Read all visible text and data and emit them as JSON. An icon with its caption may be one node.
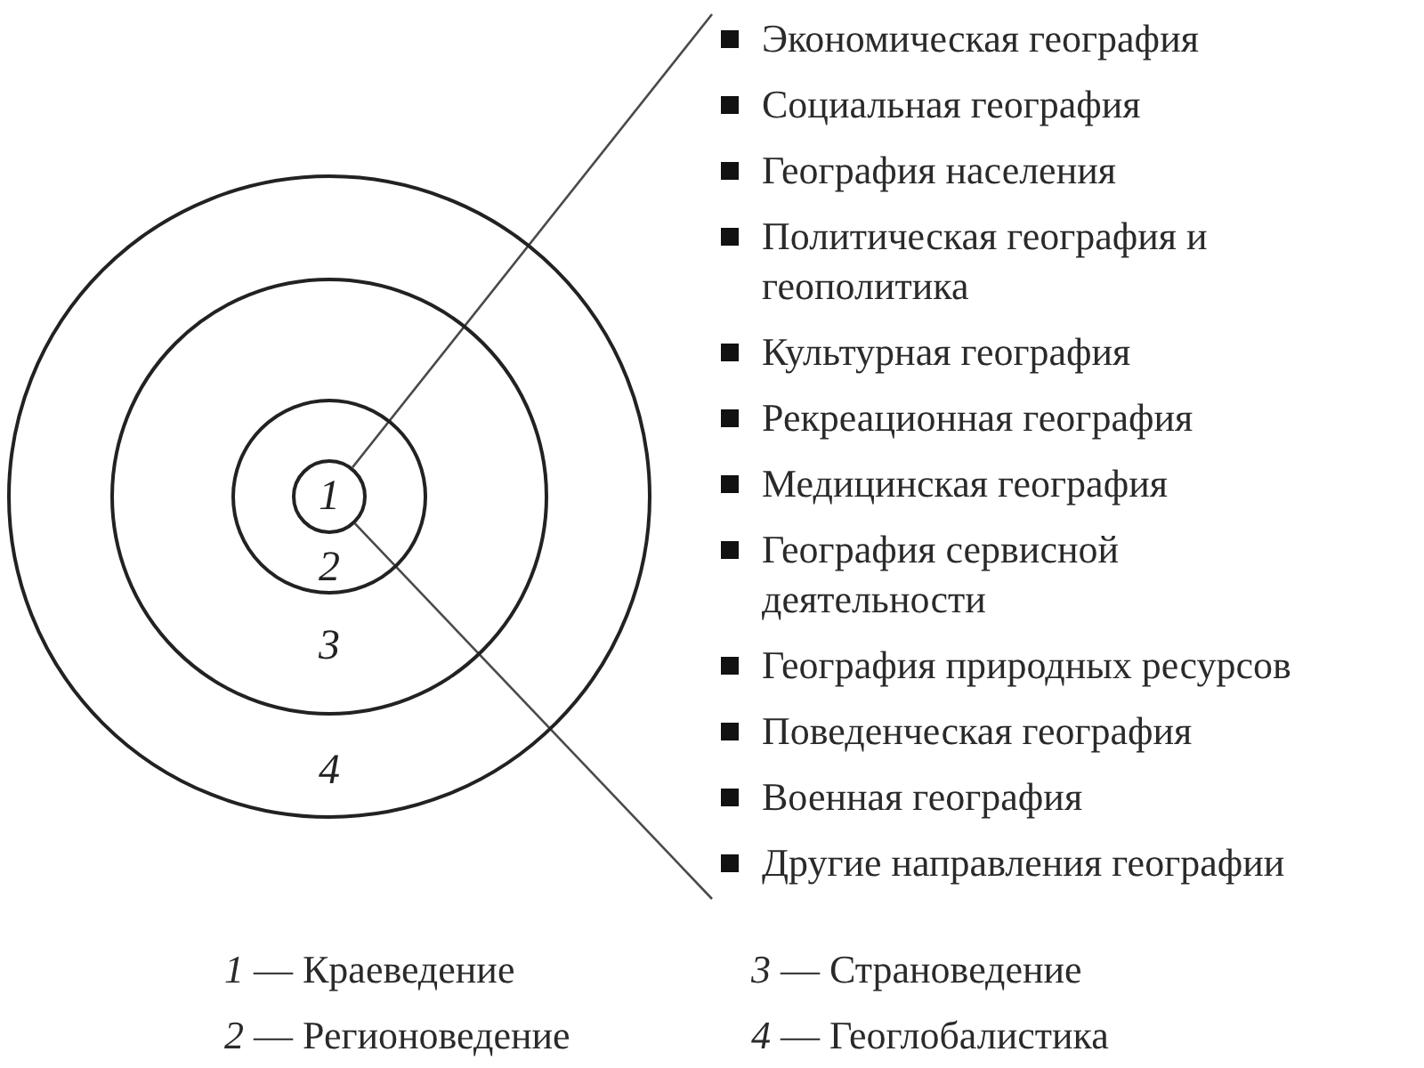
{
  "diagram": {
    "nodes": [
      {
        "text": [
          "4"
        ]
      },
      {
        "text": [
          "3"
        ],
        "in": 0
      },
      {
        "text": [
          "2"
        ],
        "in": 1
      },
      {
        "text": [
          "1"
        ],
        "in": 2
      },
      {
        "text": [
          "Экономическая география",
          "Социальная география",
          "География населения",
          "Политическая география и геополитика",
          "Культурная география",
          "Рекреационная география",
          "Медицинская география",
          "География сервисной деятельности",
          "География природных ресурсов",
          "Поведенческая география",
          "Военная география",
          "Другие направления географии"
        ]
      }
    ],
    "edges": [
      {
        "from": 3,
        "to": 4,
        "arrow": "none"
      },
      {
        "from": 3,
        "to": 4,
        "arrow": "none"
      }
    ],
    "labels": [
      "*1* — Краеведение",
      "*3* — Страноведение",
      "*2* — Регионоведение",
      "*4* — Геоглобалистика"
    ]
  }
}
